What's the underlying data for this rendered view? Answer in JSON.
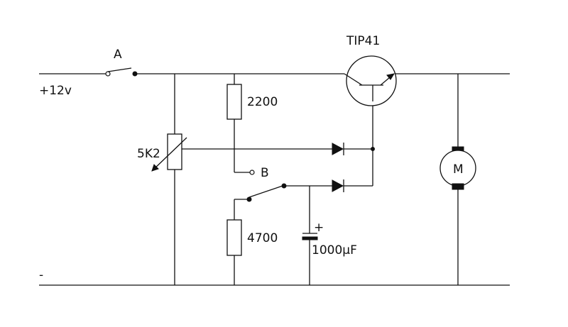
{
  "supply": {
    "positive": "+12v",
    "negative": "-"
  },
  "switch_a": {
    "label": "A"
  },
  "switch_b": {
    "label": "B"
  },
  "transistor": {
    "label": "TIP41"
  },
  "potentiometer": {
    "label": "5K2"
  },
  "resistor_top": {
    "label": "2200"
  },
  "resistor_bottom": {
    "label": "4700"
  },
  "capacitor": {
    "label": "1000µF",
    "polarity": "+"
  },
  "motor": {
    "label": "M"
  }
}
